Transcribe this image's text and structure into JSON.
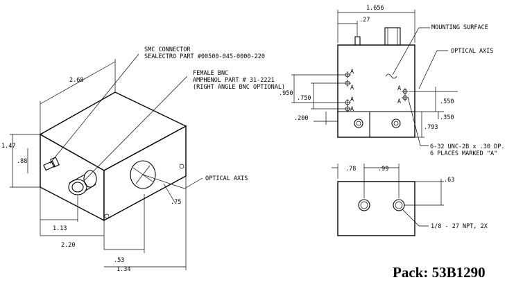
{
  "iso_view": {
    "dims": {
      "width_top": "2.68",
      "height_front": "1.47",
      "height_inner": ".88",
      "bnc_offset": "1.13",
      "front_width": "2.20",
      "side_offset": ".53",
      "depth": "1.34",
      "axis_offset": ".75"
    },
    "callouts": {
      "smc_line1": "SMC CONNECTOR",
      "smc_line2": "SEALECTRO PART #00500-045-0000-220",
      "bnc_line1": "FEMALE BNC",
      "bnc_line2": "AMPHENOL PART # 31-2221",
      "bnc_line3": "(RIGHT ANGLE BNC OPTIONAL)",
      "optical_axis": "OPTICAL AXIS"
    }
  },
  "side_view": {
    "dims": {
      "overall": "1.656",
      "left_offset": ".27",
      "d950": ".950",
      "d750": ".750",
      "d200": ".200",
      "d550": ".550",
      "d350": ".350",
      "d793": ".793"
    },
    "hole_label": "A",
    "callouts": {
      "mounting_surface": "MOUNTING SURFACE",
      "optical_axis": "OPTICAL AXIS",
      "thread_line1": "6-32 UNC-2B x .30 DP.",
      "thread_line2": "6 PLACES MARKED \"A\""
    }
  },
  "bottom_view": {
    "dims": {
      "d78": ".78",
      "d99": ".99",
      "d63": ".63"
    },
    "callouts": {
      "npt": "1/8 - 27 NPT, 2X"
    }
  },
  "pack_label": "Pack: 53B1290"
}
